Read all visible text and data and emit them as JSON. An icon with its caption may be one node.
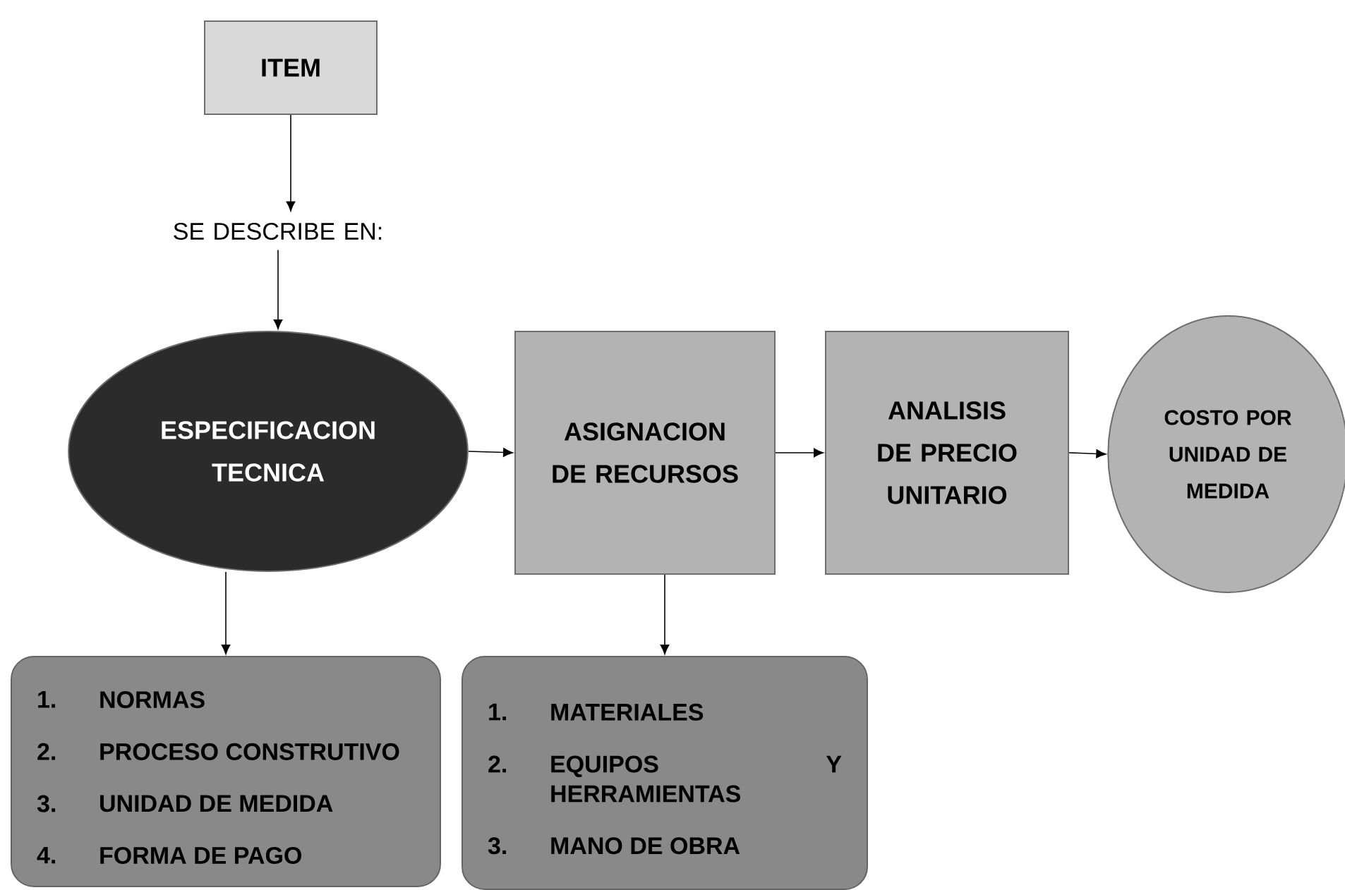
{
  "diagram": {
    "nodes": [
      {
        "text": [
          "ITEM"
        ]
      },
      {
        "text": [
          "SE DESCRIBE EN:"
        ]
      },
      {
        "text": [
          "ESPECIFICACION TECNICA"
        ]
      },
      {
        "text": [
          "ASIGNACION DE RECURSOS"
        ]
      },
      {
        "text": [
          "ANALISIS DE PRECIO UNITARIO"
        ]
      },
      {
        "text": [
          "COSTO POR UNIDAD DE MEDIDA"
        ]
      },
      {
        "text": [
          "1.",
          "NORMAS",
          "2.",
          "PROCESO CONSTRUTIVO",
          "3.",
          "UNIDAD DE MEDIDA",
          "4.",
          "FORMA DE PAGO"
        ]
      },
      {
        "text": [
          "1.",
          "MATERIALES",
          "2.",
          "EQUIPOS Y HERRAMIENTAS",
          "3.",
          "MANO DE OBRA"
        ]
      }
    ],
    "edges": [
      {
        "from": 0,
        "to": 1,
        "arrow": "to"
      },
      {
        "from": 1,
        "to": 2,
        "arrow": "to"
      },
      {
        "from": 2,
        "to": 3,
        "arrow": "to"
      },
      {
        "from": 3,
        "to": 4,
        "arrow": "to"
      },
      {
        "from": 4,
        "to": 5,
        "arrow": "to"
      },
      {
        "from": 2,
        "to": 6,
        "arrow": "to"
      },
      {
        "from": 3,
        "to": 7,
        "arrow": "to"
      }
    ]
  }
}
